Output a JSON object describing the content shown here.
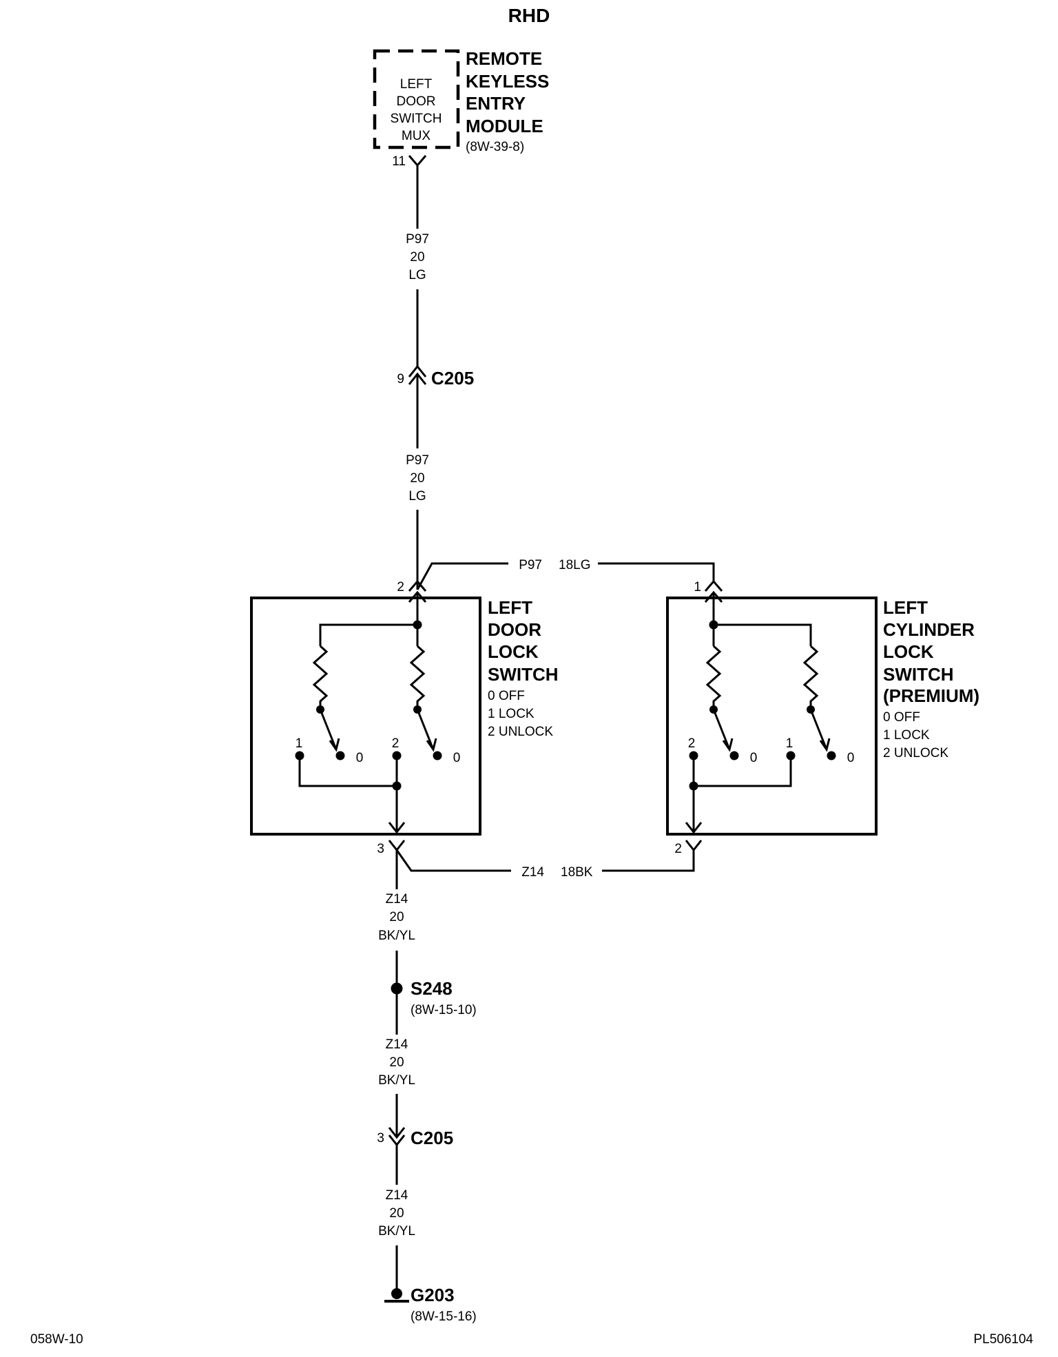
{
  "header": {
    "title": "RHD"
  },
  "module": {
    "name_lines": [
      "REMOTE",
      "KEYLESS",
      "ENTRY",
      "MODULE"
    ],
    "ref": "(8W-39-8)",
    "internal_lines": [
      "LEFT",
      "DOOR",
      "SWITCH",
      "MUX"
    ],
    "pin": "11"
  },
  "wire_upper_1": {
    "circuit": "P97",
    "gauge": "20",
    "color": "LG"
  },
  "connector_c205_upper": {
    "pin": "9",
    "name": "C205"
  },
  "wire_upper_2": {
    "circuit": "P97",
    "gauge": "20",
    "color": "LG"
  },
  "jumper_top": {
    "circuit": "P97",
    "spec": "18LG"
  },
  "left_switch": {
    "name_lines": [
      "LEFT",
      "DOOR",
      "LOCK",
      "SWITCH"
    ],
    "positions": [
      "0 OFF",
      "1 LOCK",
      "2 UNLOCK"
    ],
    "top_pin": "2",
    "bottom_pin": "3",
    "contact_labels": [
      "1",
      "0",
      "2",
      "0"
    ]
  },
  "right_switch": {
    "name_lines": [
      "LEFT",
      "CYLINDER",
      "LOCK",
      "SWITCH",
      "(PREMIUM)"
    ],
    "positions": [
      "0 OFF",
      "1 LOCK",
      "2 UNLOCK"
    ],
    "top_pin": "1",
    "bottom_pin": "2",
    "contact_labels": [
      "2",
      "0",
      "1",
      "0"
    ]
  },
  "jumper_bottom": {
    "circuit": "Z14",
    "spec": "18BK"
  },
  "wire_lower_1": {
    "circuit": "Z14",
    "gauge": "20",
    "color": "BK/YL"
  },
  "splice": {
    "name": "S248",
    "ref": "(8W-15-10)"
  },
  "wire_lower_2": {
    "circuit": "Z14",
    "gauge": "20",
    "color": "BK/YL"
  },
  "connector_c205_lower": {
    "pin": "3",
    "name": "C205"
  },
  "wire_lower_3": {
    "circuit": "Z14",
    "gauge": "20",
    "color": "BK/YL"
  },
  "ground": {
    "name": "G203",
    "ref": "(8W-15-16)"
  },
  "footer": {
    "left_code": "058W-10",
    "right_code": "PL506104"
  }
}
